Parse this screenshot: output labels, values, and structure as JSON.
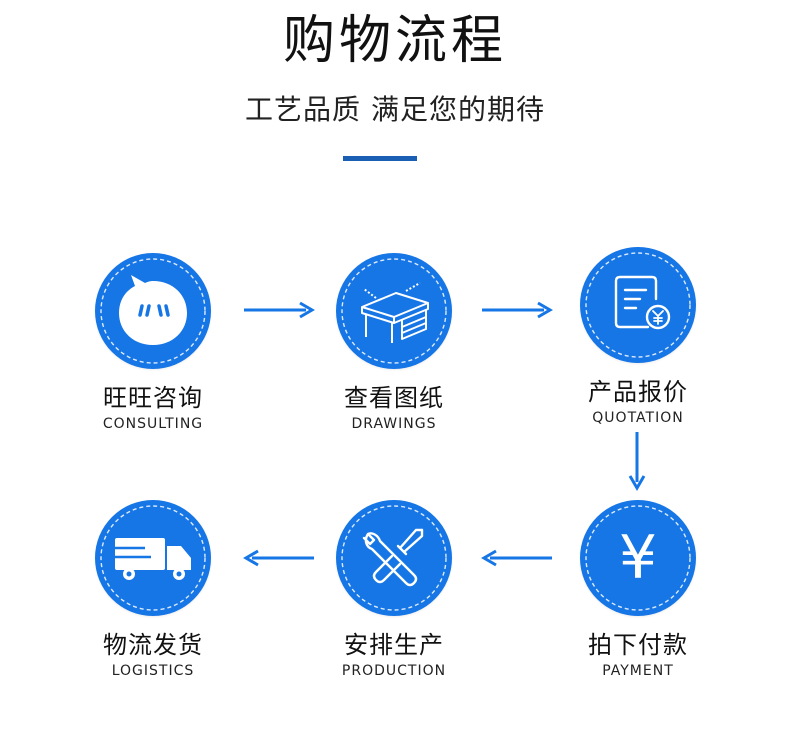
{
  "header": {
    "title": "购物流程",
    "subtitle": "工艺品质 满足您的期待"
  },
  "colors": {
    "accent": "#1676e6",
    "divider": "#1a5fb4"
  },
  "steps": [
    {
      "cn": "旺旺咨询",
      "en": "CONSULTING",
      "icon": "chat-bubble-icon"
    },
    {
      "cn": "查看图纸",
      "en": "DRAWINGS",
      "icon": "desk-blueprint-icon"
    },
    {
      "cn": "产品报价",
      "en": "QUOTATION",
      "icon": "price-document-icon"
    },
    {
      "cn": "拍下付款",
      "en": "PAYMENT",
      "icon": "yen-icon"
    },
    {
      "cn": "安排生产",
      "en": "PRODUCTION",
      "icon": "tools-icon"
    },
    {
      "cn": "物流发货",
      "en": "LOGISTICS",
      "icon": "truck-icon"
    }
  ],
  "yen_symbol": "¥"
}
